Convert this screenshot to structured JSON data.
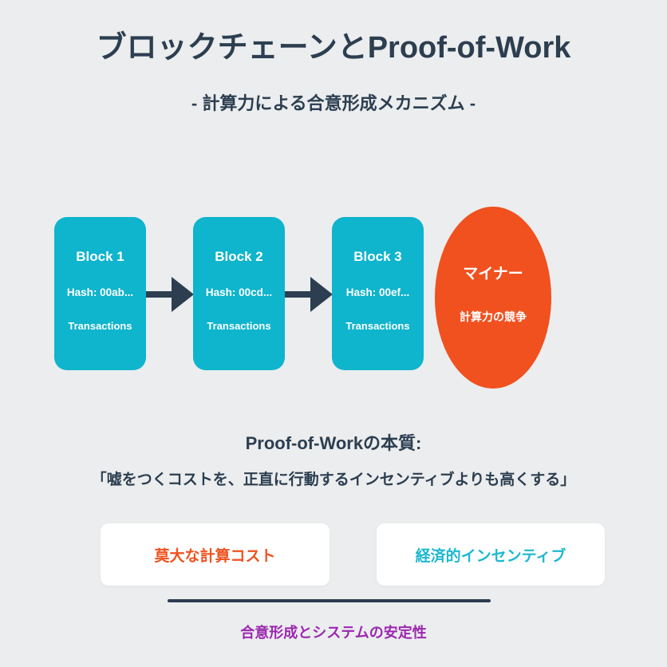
{
  "header": {
    "title": "ブロックチェーンとProof-of-Work",
    "subtitle": "- 計算力による合意形成メカニズム -"
  },
  "chain": {
    "blocks": [
      {
        "title": "Block 1",
        "hash": "Hash: 00ab...",
        "transactions": "Transactions"
      },
      {
        "title": "Block 2",
        "hash": "Hash: 00cd...",
        "transactions": "Transactions"
      },
      {
        "title": "Block 3",
        "hash": "Hash: 00ef...",
        "transactions": "Transactions"
      }
    ]
  },
  "miner": {
    "title": "マイナー",
    "subtitle": "計算力の競争"
  },
  "essence": {
    "heading": "Proof-of-Workの本質:",
    "quote": "「嘘をつくコストを、正直に行動するインセンティブよりも高くする」"
  },
  "factors": [
    {
      "label": "莫大な計算コスト",
      "color": "#f0511f"
    },
    {
      "label": "経済的インセンティブ",
      "color": "#1cb8d2"
    }
  ],
  "conclusion": {
    "label": "合意形成とシステムの安定性",
    "color": "#9c27b0"
  },
  "colors": {
    "background": "#ebedee",
    "navy": "#2c3e50",
    "block_teal": "#0fb4cd",
    "miner_orange": "#f0511f",
    "card_white": "#ffffff",
    "conclusion_purple": "#9c27b0"
  }
}
